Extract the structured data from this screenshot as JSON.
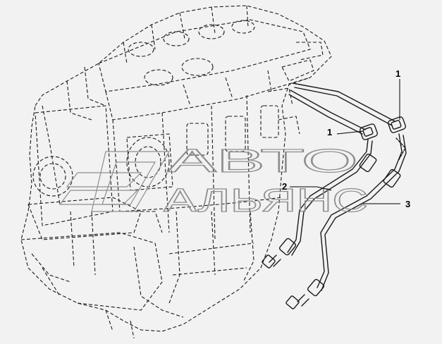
{
  "diagram": {
    "callouts": [
      {
        "id": "c1a",
        "label": "1"
      },
      {
        "id": "c1b",
        "label": "1"
      },
      {
        "id": "c2",
        "label": "2"
      },
      {
        "id": "c3",
        "label": "3"
      }
    ]
  },
  "watermark": {
    "line1": "АВТО",
    "line2": "АЛЬЯНС"
  },
  "colors": {
    "background": "#f2f2f2",
    "line": "#1a1a1a",
    "watermark": "#8e8e8e"
  }
}
